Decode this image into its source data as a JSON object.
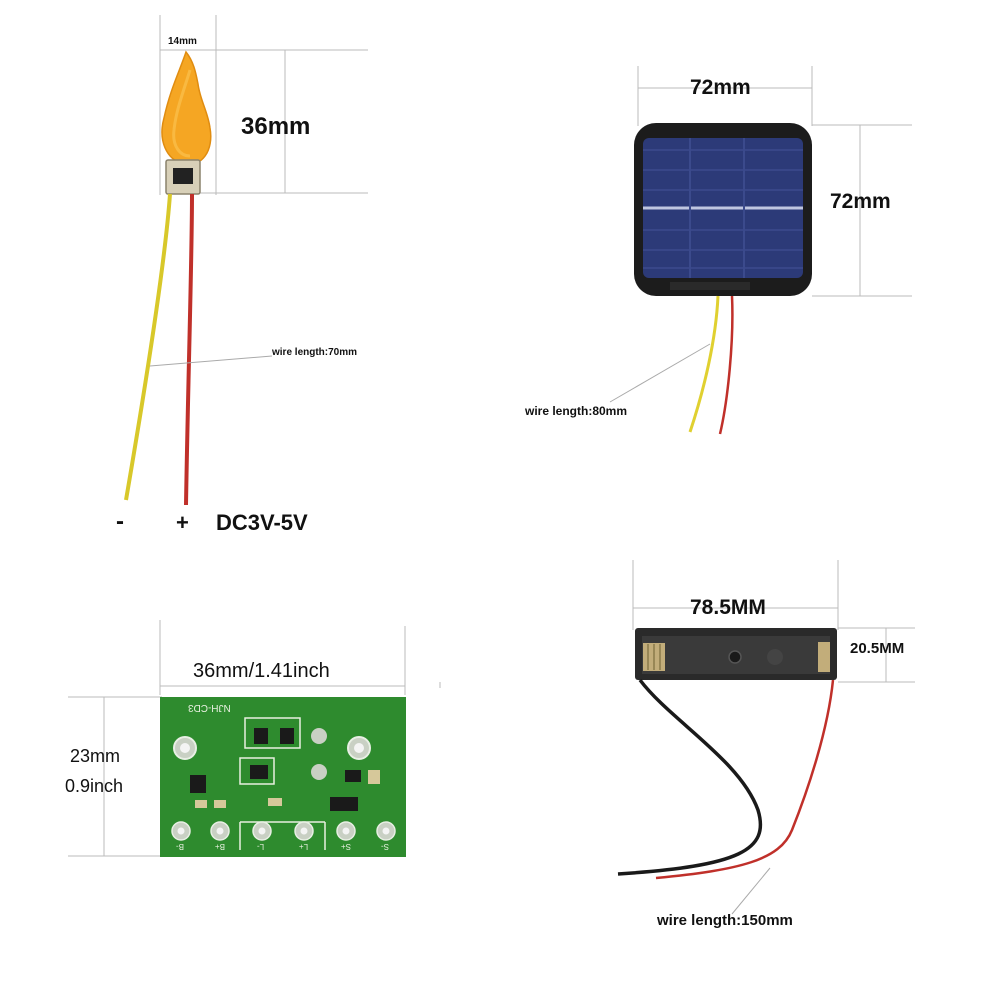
{
  "led": {
    "width_label": "14mm",
    "height_label": "36mm",
    "wire_label": "wire length:70mm",
    "minus_label": "-",
    "plus_label": "+",
    "voltage_label": "DC3V-5V"
  },
  "solar": {
    "width_label": "72mm",
    "height_label": "72mm",
    "wire_label": "wire length:80mm"
  },
  "pcb": {
    "width_label": "36mm/1.41inch",
    "height_mm_label": "23mm",
    "height_inch_label": "0.9inch",
    "board_text": "NJH-CD3",
    "terminals": [
      "B-",
      "B+",
      "L-",
      "L+",
      "S+",
      "S-"
    ]
  },
  "battery": {
    "width_label": "78.5MM",
    "height_label": "20.5MM",
    "wire_label": "wire length:150mm"
  },
  "colors": {
    "flame": "#f5a623",
    "pcb_green": "#2e8b2e",
    "solar_blue": "#2c3a78",
    "wire_yellow": "#d8c82a",
    "wire_red": "#c0302a"
  }
}
